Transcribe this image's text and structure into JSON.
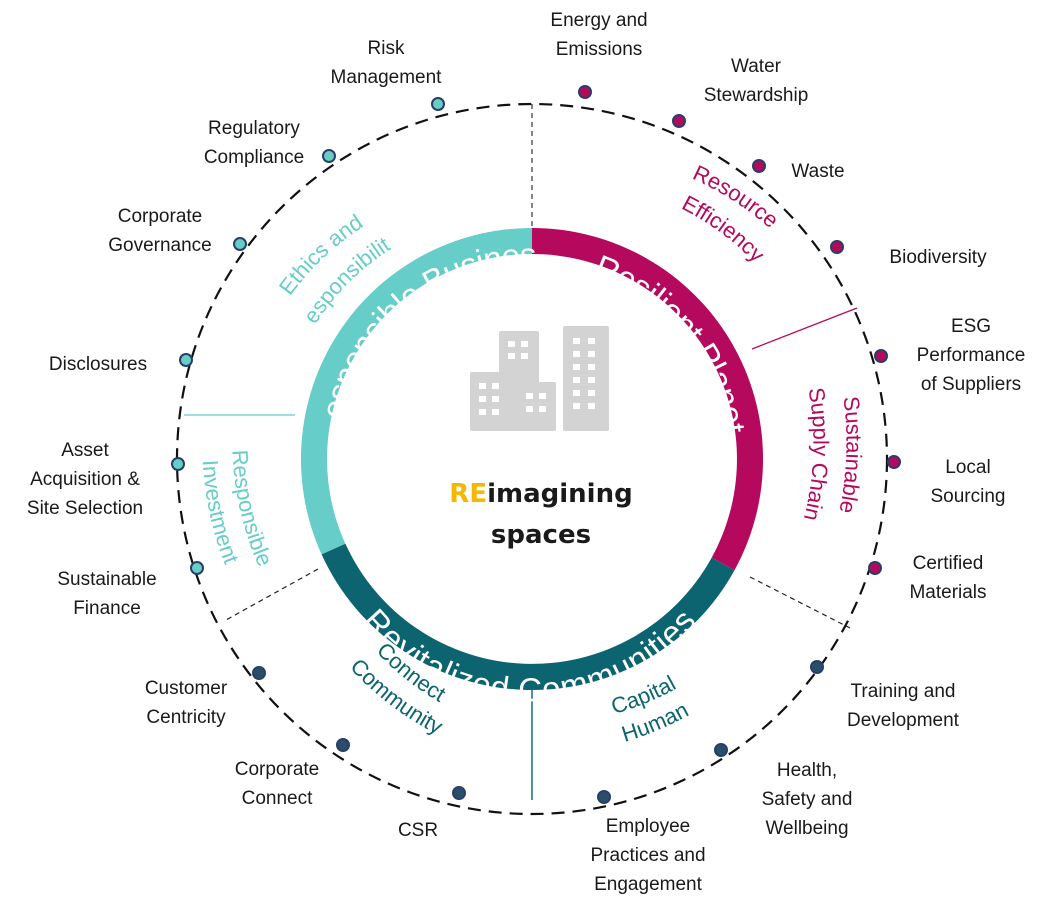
{
  "colors": {
    "teal": "#66cdc9",
    "magenta": "#b5095e",
    "dark_teal": "#0b6470",
    "accent_yellow": "#f5b800",
    "building_gray": "#cfcfcf",
    "dot_stroke": "#2a3f66"
  },
  "logo": {
    "icon": "buildings-icon",
    "highlight": "RE",
    "rest": "imagining",
    "line2": "spaces"
  },
  "pillars": {
    "responsible_business": "Responsible Business",
    "resilient_planet": "Resilient Planet",
    "revitalized_communities": "Revitalized Communities"
  },
  "themes": {
    "ethics_1": "Ethics and",
    "ethics_2": "Responsibility",
    "investment_1": "Responsible",
    "investment_2": "Investment",
    "resource_1": "Resource",
    "resource_2": "Efficiency",
    "supply_1": "Sustainable",
    "supply_2": "Supply Chain",
    "community_1": "Community",
    "community_2": "Connect",
    "human_1": "Human",
    "human_2": "Capital"
  },
  "topics": {
    "energy_1": "Energy and",
    "energy_2": "Emissions",
    "water_1": "Water",
    "water_2": "Stewardship",
    "waste": "Waste",
    "biodiversity": "Biodiversity",
    "esg_1": "ESG",
    "esg_2": "Performance",
    "esg_3": "of Suppliers",
    "local_1": "Local",
    "local_2": "Sourcing",
    "certified_1": "Certified",
    "certified_2": "Materials",
    "training_1": "Training and",
    "training_2": "Development",
    "health_1": "Health,",
    "health_2": "Safety and",
    "health_3": "Wellbeing",
    "employee_1": "Employee",
    "employee_2": "Practices and",
    "employee_3": "Engagement",
    "csr": "CSR",
    "corpconn_1": "Corporate",
    "corpconn_2": "Connect",
    "customer_1": "Customer",
    "customer_2": "Centricity",
    "finance_1": "Sustainable",
    "finance_2": "Finance",
    "asset_1": "Asset",
    "asset_2": "Acquisition &",
    "asset_3": "Site Selection",
    "disclosures": "Disclosures",
    "governance_1": "Corporate",
    "governance_2": "Governance",
    "regulatory_1": "Regulatory",
    "regulatory_2": "Compliance",
    "risk_1": "Risk",
    "risk_2": "Management"
  }
}
